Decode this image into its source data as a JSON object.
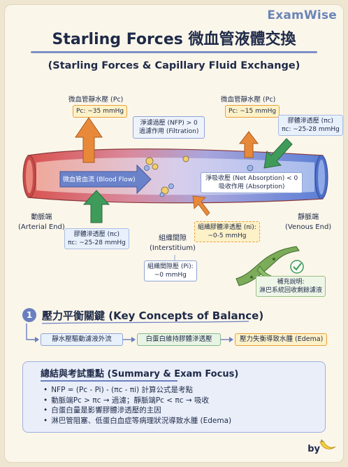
{
  "brand": "ExamWise",
  "title": "Starling Forces 微血管液體交換",
  "subtitle": "(Starling Forces & Capillary Fluid Exchange)",
  "diagram": {
    "arterial_pc_title": "微血管靜水壓 (Pc)",
    "arterial_pc_value": "Pc: ~35 mmHg",
    "venous_pc_title": "微血管靜水壓 (Pc)",
    "venous_pc_value": "Pc: ~15 mmHg",
    "filtration_line1": "淨濾過壓 (NFP) > 0",
    "filtration_line2": "過濾作用 (Filtration)",
    "venous_pi_c_line1": "膠體滲透壓 (πc)",
    "venous_pi_c_line2": "πc: ~25-28 mmHg",
    "blood_flow": "微血管血流 (Blood Flow)",
    "absorption_line1": "淨吸收壓 (Net Absorption) < 0",
    "absorption_line2": "吸收作用 (Absorption)",
    "arterial_end_line1": "動脈端",
    "arterial_end_line2": "(Arterial End)",
    "venous_end_line1": "靜脈端",
    "venous_end_line2": "(Venous End)",
    "arterial_pi_c_line1": "膠體滲透壓 (πc)",
    "arterial_pi_c_line2": "πc: ~25-28 mmHg",
    "interstitium_line1": "組織間隙",
    "interstitium_line2": "(Interstitium)",
    "pi_i_line1": "組織膠體滲透壓 (πi):",
    "pi_i_line2": "~0-5 mmHg",
    "pi_line1": "組織間隙壓 (Pi):",
    "pi_line2": "~0 mmHg",
    "lymph_line1": "補充說明:",
    "lymph_line2": "淋巴系統回收剩餘濾液"
  },
  "balance": {
    "number": "1",
    "title": "壓力平衡關鍵 (Key Concepts of Balance)",
    "steps": [
      "靜水壓驅動濾液外流",
      "白蛋白維持膠體滲透壓",
      "壓力失衡導致水腫 (Edema)"
    ]
  },
  "summary": {
    "title": "總結與考試重點 (Summary & Exam Focus)",
    "bullets": [
      "NFP = (Pc - Pi) - (πc - πi) 計算公式是考點",
      "動脈端Pc > πc → 過濾；靜脈端Pc < πc → 吸收",
      "白蛋白量是影響膠體滲透壓的主因",
      "淋巴管阻塞、低蛋白血症等病理狀況導致水腫 (Edema)"
    ]
  },
  "byline": "by",
  "colors": {
    "arterial": "#d9534f",
    "venous": "#5b7fd6",
    "filtration_arrow": "#e8893a",
    "absorption_arrow": "#3f9b5a",
    "accent": "#6a7fc0"
  }
}
